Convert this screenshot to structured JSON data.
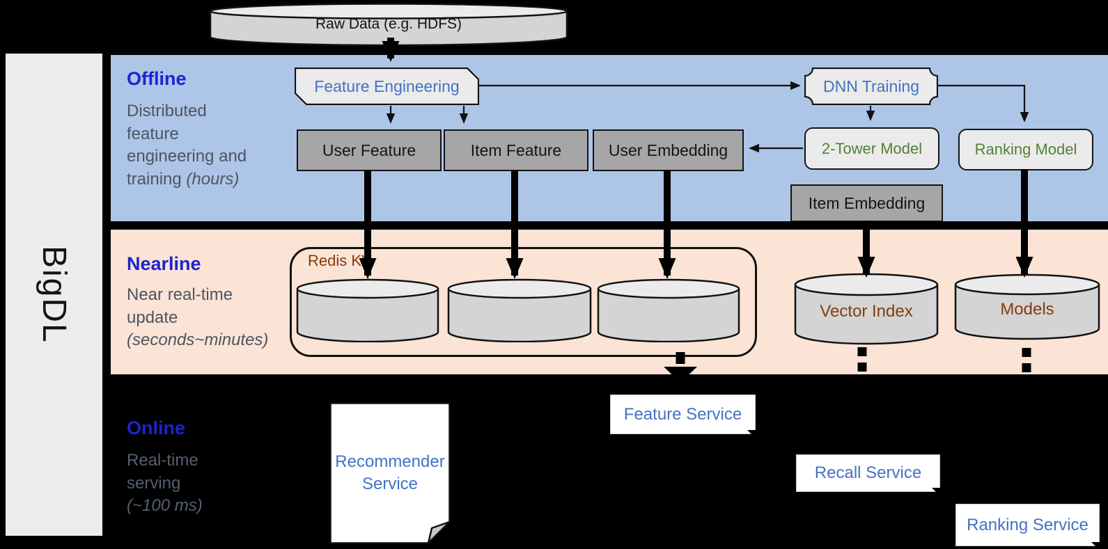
{
  "sidebar": {
    "brand": "BigDL"
  },
  "source": {
    "label": "Raw Data (e.g. HDFS)"
  },
  "bands": {
    "offline": {
      "title": "Offline",
      "desc": "Distributed feature engineering and training ",
      "desc_italic": "(hours)"
    },
    "nearline": {
      "title": "Nearline",
      "desc": "Near real-time update ",
      "desc_italic": "(seconds~minutes)"
    },
    "online": {
      "title": "Online",
      "desc": "Real-time serving ",
      "desc_italic": "(~100 ms)"
    }
  },
  "offline_nodes": {
    "feature_engineering": "Feature Engineering",
    "dnn_training": "DNN Training",
    "user_feature": "User Feature",
    "item_feature": "Item Feature",
    "user_embedding": "User Embedding",
    "two_tower_model": "2-Tower Model",
    "ranking_model": "Ranking Model",
    "item_embedding": "Item Embedding"
  },
  "nearline_nodes": {
    "redis_kv": "Redis KV",
    "vector_index": "Vector Index",
    "models": "Models"
  },
  "online_nodes": {
    "recommender_service": "Recommender Service",
    "feature_service": "Feature Service",
    "recall_service": "Recall Service",
    "ranking_service": "Ranking Service"
  },
  "colors": {
    "band_blue": "#ADC5E7",
    "band_peach": "#FBE3D5",
    "box_gray": "#A6A6A6",
    "shape_gray": "#EBEBEB",
    "cyl_body": "#D4D4D4",
    "cyl_top": "#EBEBEB",
    "accent_blue": "#4472C4",
    "green": "#538135",
    "brown": "#843C0C",
    "title_blue": "#1C24CF",
    "text_gray": "#4D5561",
    "online_text": "#55606C"
  }
}
